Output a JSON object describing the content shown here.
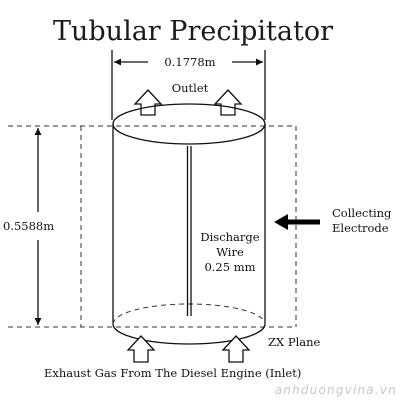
{
  "diagram": {
    "title": "Tubular Precipitator",
    "labels": {
      "diameter": "0.1778m",
      "outlet": "Outlet",
      "height": "0.5588m",
      "collecting_electrode": [
        "Collecting",
        "Electrode"
      ],
      "discharge_wire": [
        "Discharge",
        "Wire",
        "0.25 mm"
      ],
      "zx_plane": "ZX Plane",
      "inlet": "Exhaust Gas From The Diesel Engine (Inlet)"
    },
    "watermark": "anhduongvina.vn"
  }
}
